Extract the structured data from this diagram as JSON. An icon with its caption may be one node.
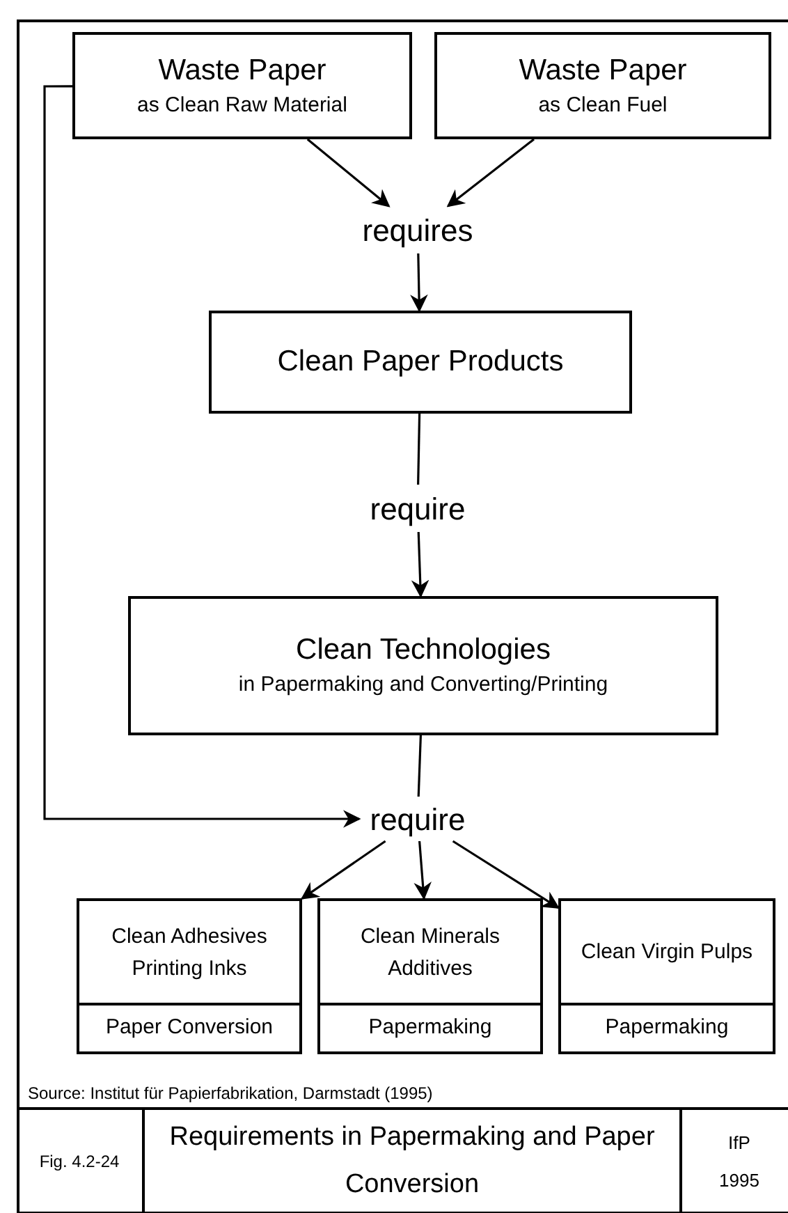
{
  "diagram": {
    "title": "Requirements in Papermaking and Paper Conversion",
    "nodes": [
      {
        "text": [
          "Waste Paper",
          "as Clean Raw Material"
        ]
      },
      {
        "text": [
          "Waste Paper",
          "as Clean Fuel"
        ]
      },
      {
        "text": [
          "requires"
        ]
      },
      {
        "text": [
          "Clean Paper Products"
        ]
      },
      {
        "text": [
          "require"
        ]
      },
      {
        "text": [
          "Clean Technologies",
          "in Papermaking and Converting/Printing"
        ]
      },
      {
        "text": [
          "require"
        ]
      },
      {
        "text": [
          "Clean Adhesives Printing Inks",
          "Paper Conversion"
        ]
      },
      {
        "text": [
          "Clean Minerals Additives",
          "Papermaking"
        ]
      },
      {
        "text": [
          "Clean Virgin Pulps",
          "Papermaking"
        ]
      }
    ],
    "edges": [
      {
        "from": 0,
        "to": 2,
        "arrow": "to"
      },
      {
        "from": 1,
        "to": 2,
        "arrow": "to"
      },
      {
        "from": 2,
        "to": 3,
        "arrow": "to"
      },
      {
        "from": 3,
        "to": 4,
        "arrow": "none"
      },
      {
        "from": 4,
        "to": 5,
        "arrow": "to"
      },
      {
        "from": 5,
        "to": 6,
        "arrow": "none"
      },
      {
        "from": 0,
        "to": 6,
        "arrow": "to"
      },
      {
        "from": 6,
        "to": 7,
        "arrow": "to"
      },
      {
        "from": 6,
        "to": 8,
        "arrow": "to"
      },
      {
        "from": 6,
        "to": 9,
        "arrow": "to"
      }
    ],
    "labels": [
      "Source: Institut für Papierfabrikation, Darmstadt (1995)",
      "Fig. 4.2-24",
      "IfP",
      "1995"
    ]
  }
}
